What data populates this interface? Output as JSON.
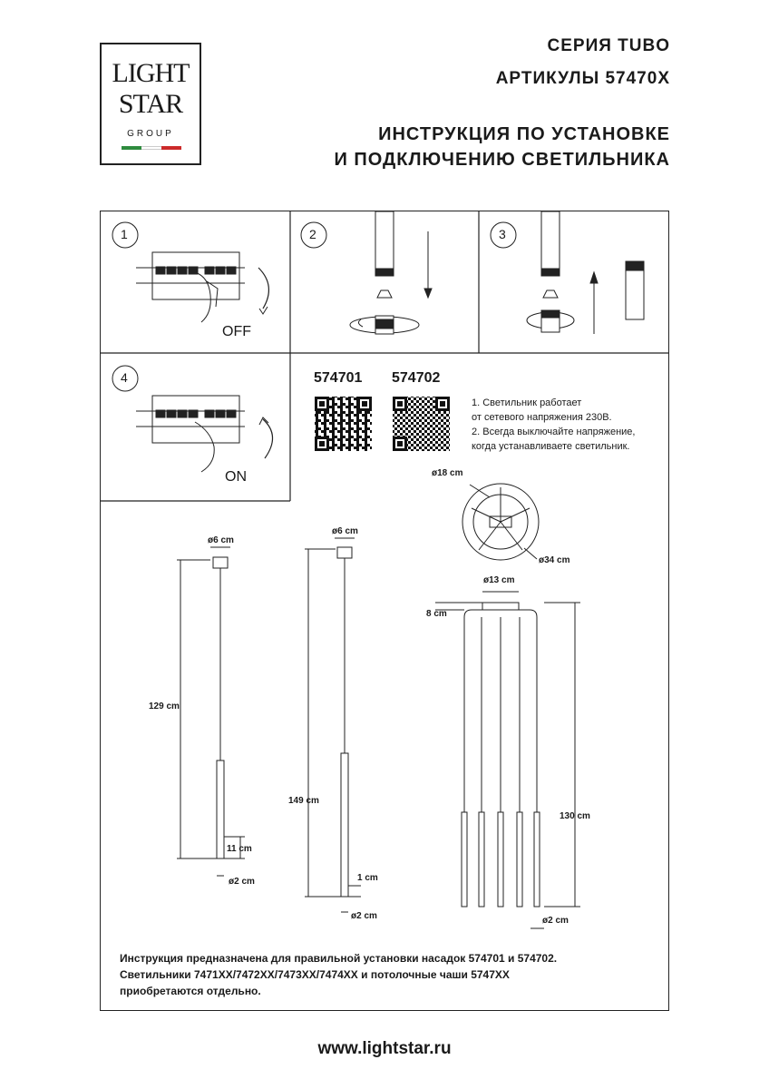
{
  "logo": {
    "line1": "LIGHT",
    "line2": "STAR",
    "line3": "GROUP",
    "flag_colors": [
      "#2e8b3e",
      "#ffffff",
      "#cc2a2a"
    ]
  },
  "header": {
    "series": "СЕРИЯ TUBO",
    "articles": "АРТИКУЛЫ 57470X",
    "instruction_line1": "ИНСТРУКЦИЯ ПО УСТАНОВКЕ",
    "instruction_line2": "И ПОДКЛЮЧЕНИЮ СВЕТИЛЬНИКА"
  },
  "steps": {
    "s1": {
      "num": "1",
      "label": "OFF"
    },
    "s2": {
      "num": "2"
    },
    "s3": {
      "num": "3"
    },
    "s4": {
      "num": "4",
      "label": "ON"
    }
  },
  "codes": {
    "a": "574701",
    "b": "574702"
  },
  "notes": {
    "n1a": "1. Светильник работает",
    "n1b": "от сетевого напряжения 230В.",
    "n2a": "2. Всегда выключайте напряжение,",
    "n2b": "когда устанавливаете светильник."
  },
  "dims": {
    "p1_canopy": "ø6 cm",
    "p1_len": "129 cm",
    "p1_tube": "11 cm",
    "p1_dia": "ø2 cm",
    "p2_canopy": "ø6 cm",
    "p2_len": "149 cm",
    "p2_tip": "1 cm",
    "p2_dia": "ø2 cm",
    "top_inner": "ø18 cm",
    "top_outer": "ø34 cm",
    "p3_canopy": "ø13 cm",
    "p3_drop": "8 cm",
    "p3_len": "130 cm",
    "p3_dia": "ø2 cm"
  },
  "footnote": {
    "line1": "Инструкция предназначена для правильной установки насадок 574701 и 574702.",
    "line2": "Светильники 7471XX/7472XX/7473XX/7474XX и потолочные чаши 5747XX",
    "line3": "приобретаются отдельно."
  },
  "footer": {
    "url": "www.lightstar.ru"
  }
}
